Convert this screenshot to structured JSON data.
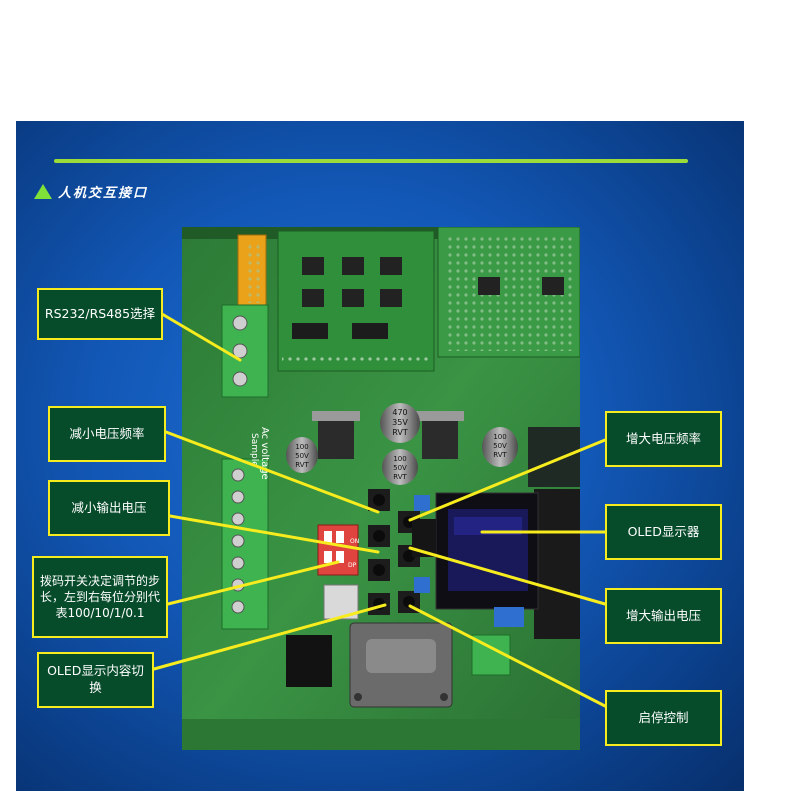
{
  "heading": {
    "title": "人机交互接口",
    "icon": "triangle-bullet-icon"
  },
  "board": {
    "cap1": [
      "470",
      "35V",
      "RVT"
    ],
    "cap2": [
      "100",
      "50V",
      "RVT"
    ],
    "cap3": [
      "100",
      "50V",
      "RVT"
    ],
    "cap4": [
      "100",
      "50V",
      "RVT"
    ],
    "ac_label": "Ac voltage",
    "sample_label": "Sample",
    "dip_on": "ON",
    "dip_dp": "DP"
  },
  "labels": {
    "rs_select": "RS232/RS485选择",
    "dec_freq": "减小电压频率",
    "dec_volt": "减小输出电压",
    "dip_desc": "拨码开关决定调节的步长，左到右每位分别代表100/10/1/0.1",
    "oled_switch": "OLED显示内容切换",
    "inc_freq": "增大电压频率",
    "oled_display": "OLED显示器",
    "inc_volt": "增大输出电压",
    "start_stop": "启停控制"
  },
  "colors": {
    "slide_bg": "#1257b5",
    "accent_line": "#9cdc3a",
    "label_bg": "#064b2a",
    "label_border": "#f7ec1e",
    "pcb_green": "#2f8a3a"
  }
}
